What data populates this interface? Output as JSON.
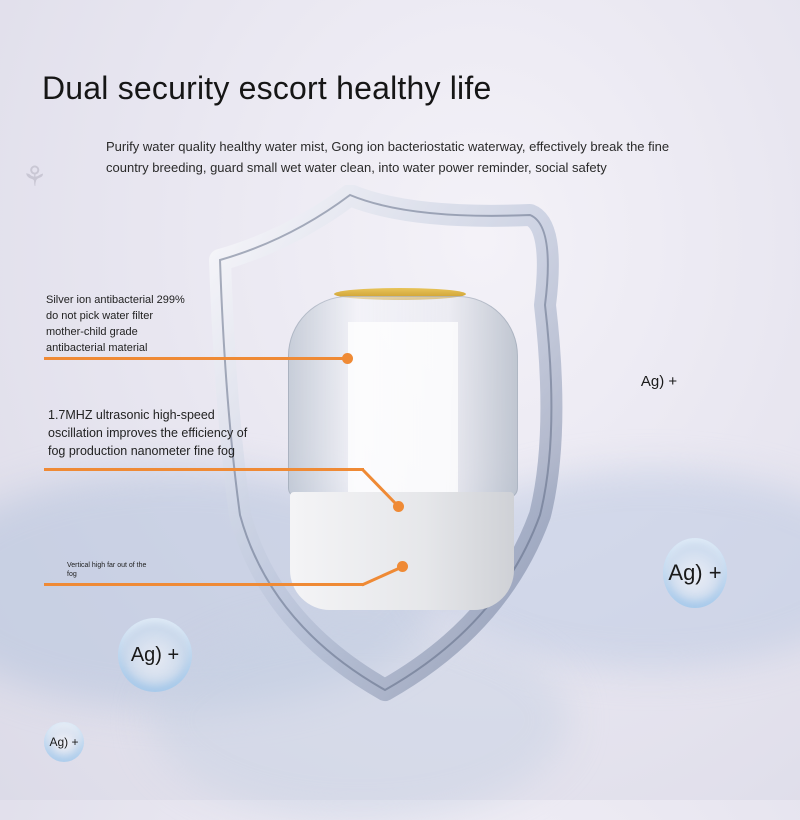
{
  "header": {
    "title": "Dual security escort healthy life",
    "subtitle": "Purify water quality healthy water mist, Gong ion bacteriostatic waterway, effectively break the fine country breeding, guard small wet water clean, into water power reminder, social safety"
  },
  "callouts": [
    {
      "text_lines": [
        "Silver ion antibacterial 299%",
        " do not pick water filter",
        "mother-child grade",
        "antibacterial material"
      ]
    },
    {
      "text_lines": [
        "1.7MHZ ultrasonic high-speed",
        "oscillation improves the efficiency of",
        " fog production nanometer fine fog"
      ]
    },
    {
      "text_lines": [
        "Vertical high far out of the",
        "fog"
      ]
    }
  ],
  "ion_bubbles": [
    {
      "label": "Ag) +"
    },
    {
      "label": "Ag) +"
    },
    {
      "label": "Ag) +"
    },
    {
      "label": "Ag) +"
    }
  ],
  "colors": {
    "accent": "#ef8a35",
    "cap": "#d9b24a"
  },
  "icons": {
    "logo": "faded-brand-mark-icon"
  }
}
